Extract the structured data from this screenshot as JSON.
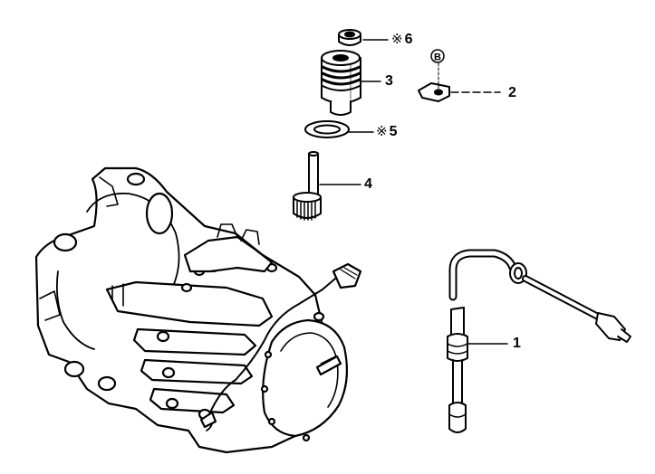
{
  "callouts": {
    "c1": "1",
    "c2": "2",
    "c3": "3",
    "c4": "4",
    "c5": "5",
    "c6": "6",
    "replace_mark": "※",
    "bolt_ref": "B"
  },
  "colors": {
    "ink": "#000000",
    "paper": "#ffffff"
  }
}
